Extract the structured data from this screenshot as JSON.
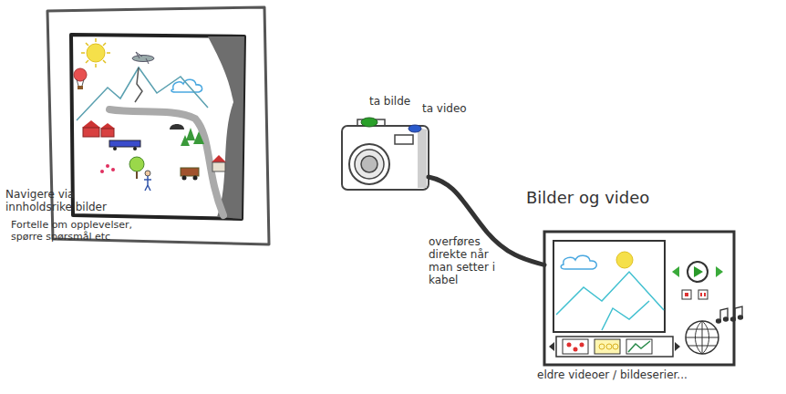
{
  "diagram": {
    "nodes": [
      {
        "text": [
          "ta bilde",
          "ta video"
        ]
      },
      {
        "text": [
          "Bilder og video",
          "eldre videoer / bildeserier..."
        ]
      }
    ],
    "edges": [
      {
        "from": 0,
        "to": 1,
        "arrow": "none",
        "label": "overføres direkte når man setter i kabel"
      }
    ],
    "labels": [
      "Navigere via innholdsrike bilder",
      "Fortelle om opplevelser, spørre spørsmål etc"
    ]
  }
}
